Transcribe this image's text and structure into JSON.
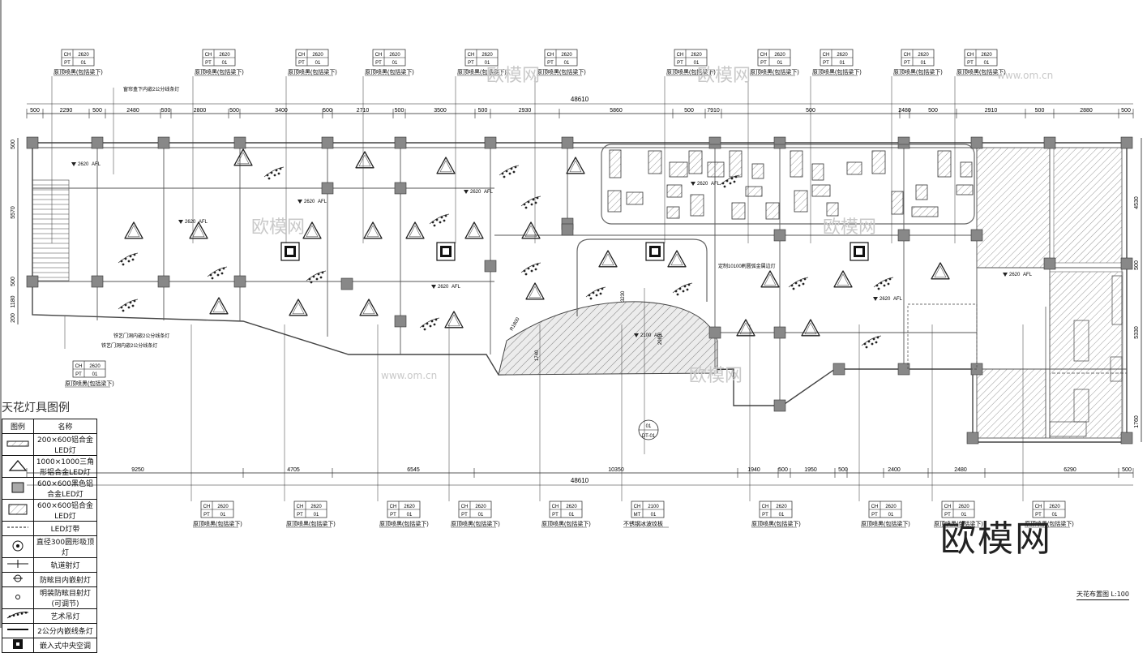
{
  "drawing": {
    "title": "天花布置图 L:100",
    "watermark": "欧模网",
    "watermark_url": "www.om.cn",
    "watermark_url2": "www.om.cn"
  },
  "dims_top": {
    "total": "48610",
    "segments": [
      "500",
      "2290",
      "500",
      "2480",
      "500",
      "2800",
      "500",
      "3400",
      "500",
      "2710",
      "500",
      "3500",
      "500",
      "2930",
      "5860",
      "500",
      "7910",
      "500",
      "2480",
      "500",
      "2910",
      "500",
      "2880",
      "500"
    ]
  },
  "dims_bottom": {
    "total": "48610",
    "segments": [
      "9250",
      "4705",
      "6545",
      "10350",
      "1940",
      "500",
      "1950",
      "500",
      "2400",
      "2480",
      "6290",
      "500"
    ]
  },
  "dims_left": [
    "500",
    "5570",
    "500",
    "1180",
    "200"
  ],
  "dims_right": [
    "4530",
    "500",
    "5330",
    "1760"
  ],
  "tag": {
    "code_a": "CH",
    "value_a": "2620",
    "code_b": "PT",
    "value_b": "01"
  },
  "tag_mt": {
    "code_a": "CH",
    "value_a": "2100",
    "code_b": "MT",
    "value_b": "01"
  },
  "tag_label": "原顶喷黑(包括梁下)",
  "tag_label_mt": "不锈钢冰波纹板",
  "notes": {
    "top_note": "窗帘盒下内嵌2公分线条灯",
    "left_note_1": "铁艺门洞内嵌2公分线条灯",
    "left_note_2": "铁艺门洞内嵌2公分线条灯",
    "center_note": "定制10100刷圆弧金属边灯",
    "section_mark": "01",
    "section_sheet": "DT-01",
    "curve_label": "R1800",
    "dims_inner_1": "3230",
    "dims_inner_2": "1740",
    "dims_inner_3": "2985",
    "level_1": "2620",
    "level_2": "2620",
    "level_3": "2620",
    "level_4": "2620",
    "level_5": "2100",
    "level_unit": "AFL"
  },
  "legend": {
    "title": "天花灯具图例",
    "header_symbol": "图例",
    "header_name": "名称",
    "items": [
      {
        "icon": "linear-light-icon",
        "name": "200×600铝合金LED灯"
      },
      {
        "icon": "triangle-light-icon",
        "name": "1000×1000三角形铝合金LED灯"
      },
      {
        "icon": "square-panel-icon",
        "name": "600×600黑色铝合金LED灯"
      },
      {
        "icon": "hatched-panel-icon",
        "name": "600×600铝合金LED灯"
      },
      {
        "icon": "led-strip-icon",
        "name": "LED灯带"
      },
      {
        "icon": "round-ceiling-light-icon",
        "name": "直径300圆形吸顶灯"
      },
      {
        "icon": "track-light-icon",
        "name": "轨道射灯"
      },
      {
        "icon": "anti-glare-downlight-icon",
        "name": "防眩目内嵌射灯"
      },
      {
        "icon": "adjustable-spot-icon",
        "name": "明装防眩目射灯(可调节)"
      },
      {
        "icon": "art-pendant-icon",
        "name": "艺术吊灯"
      },
      {
        "icon": "linear-strip-icon",
        "name": "2公分内嵌线条灯"
      },
      {
        "icon": "ac-unit-icon",
        "name": "嵌入式中央空调"
      }
    ]
  },
  "colors": {
    "line": "#222222",
    "wall": "#555555",
    "hatch": "#9a9a9a",
    "column": "#777777"
  }
}
